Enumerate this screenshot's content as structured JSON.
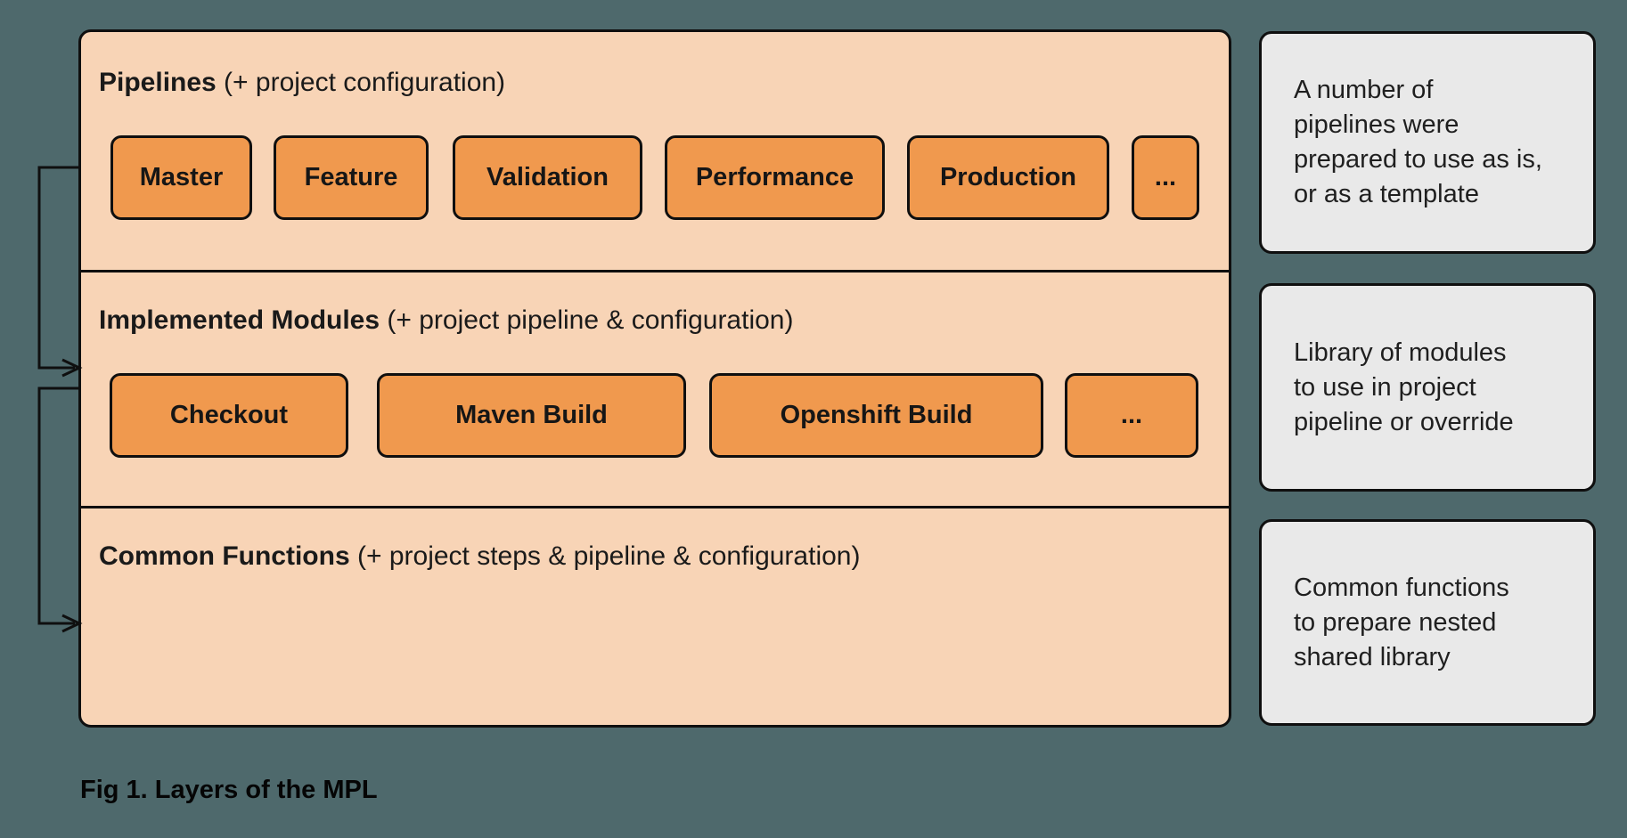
{
  "colors": {
    "background": "#4e696c",
    "panel_fill": "#f8d4b6",
    "button_fill": "#f0994e",
    "note_fill": "#e9e9e9",
    "stroke": "#0f0f0f"
  },
  "layers": [
    {
      "title_bold": "Pipelines",
      "title_rest": " (+ project configuration)",
      "buttons": [
        "Master",
        "Feature",
        "Validation",
        "Performance",
        "Production",
        "..."
      ]
    },
    {
      "title_bold": "Implemented Modules",
      "title_rest": " (+ project pipeline & configuration)",
      "buttons": [
        "Checkout",
        "Maven Build",
        "Openshift Build",
        "..."
      ]
    },
    {
      "title_bold": "Common Functions",
      "title_rest": " (+ project steps & pipeline & configuration)",
      "buttons": []
    }
  ],
  "notes": [
    {
      "lines": [
        "A number of",
        "pipelines were",
        "prepared to use as is,",
        "or as a template"
      ]
    },
    {
      "lines": [
        "Library of modules",
        "to use in project",
        "pipeline or override"
      ]
    },
    {
      "lines": [
        "Common functions",
        "to prepare nested",
        "shared library"
      ]
    }
  ],
  "caption": {
    "text": "Fig 1. Layers of the MPL"
  }
}
